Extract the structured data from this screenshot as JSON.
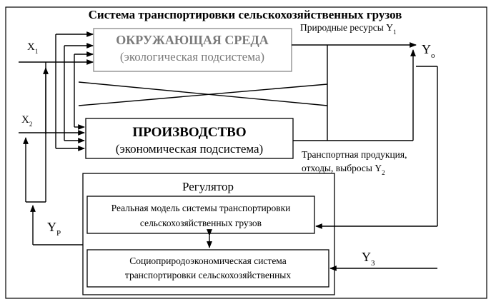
{
  "title": "Система транспортировки сельскохозяйственных грузов",
  "environment": {
    "name": "ОКРУЖАЮЩАЯ СРЕДА",
    "subtitle": "(экологическая подсистема)"
  },
  "production": {
    "name": "ПРОИЗВОДСТВО",
    "subtitle": "(экономическая подсистема)"
  },
  "regulator": {
    "name": "Регулятор",
    "model_line1": "Реальная модель системы транспортировки",
    "model_line2": "сельскохозяйственных грузов",
    "socio_line1": "Социоприродоэкономическая система",
    "socio_line2": "транспортировки сельскохозяйственных"
  },
  "outputs": {
    "y1_label": "Природные ресурсы Y",
    "y1_sub": "1",
    "y2_line1": "Транспортная продукция,",
    "y2_line2": "отходы,  выбросы Y",
    "y2_sub": "2",
    "yo_main": "Y",
    "yo_sub": "o"
  },
  "inputs": {
    "x1_main": "X",
    "x1_sub": "1",
    "x2_main": "X",
    "x2_sub": "2",
    "yp_main": "Y",
    "yp_sub": "P",
    "y3_main": "Y",
    "y3_sub": "3"
  }
}
